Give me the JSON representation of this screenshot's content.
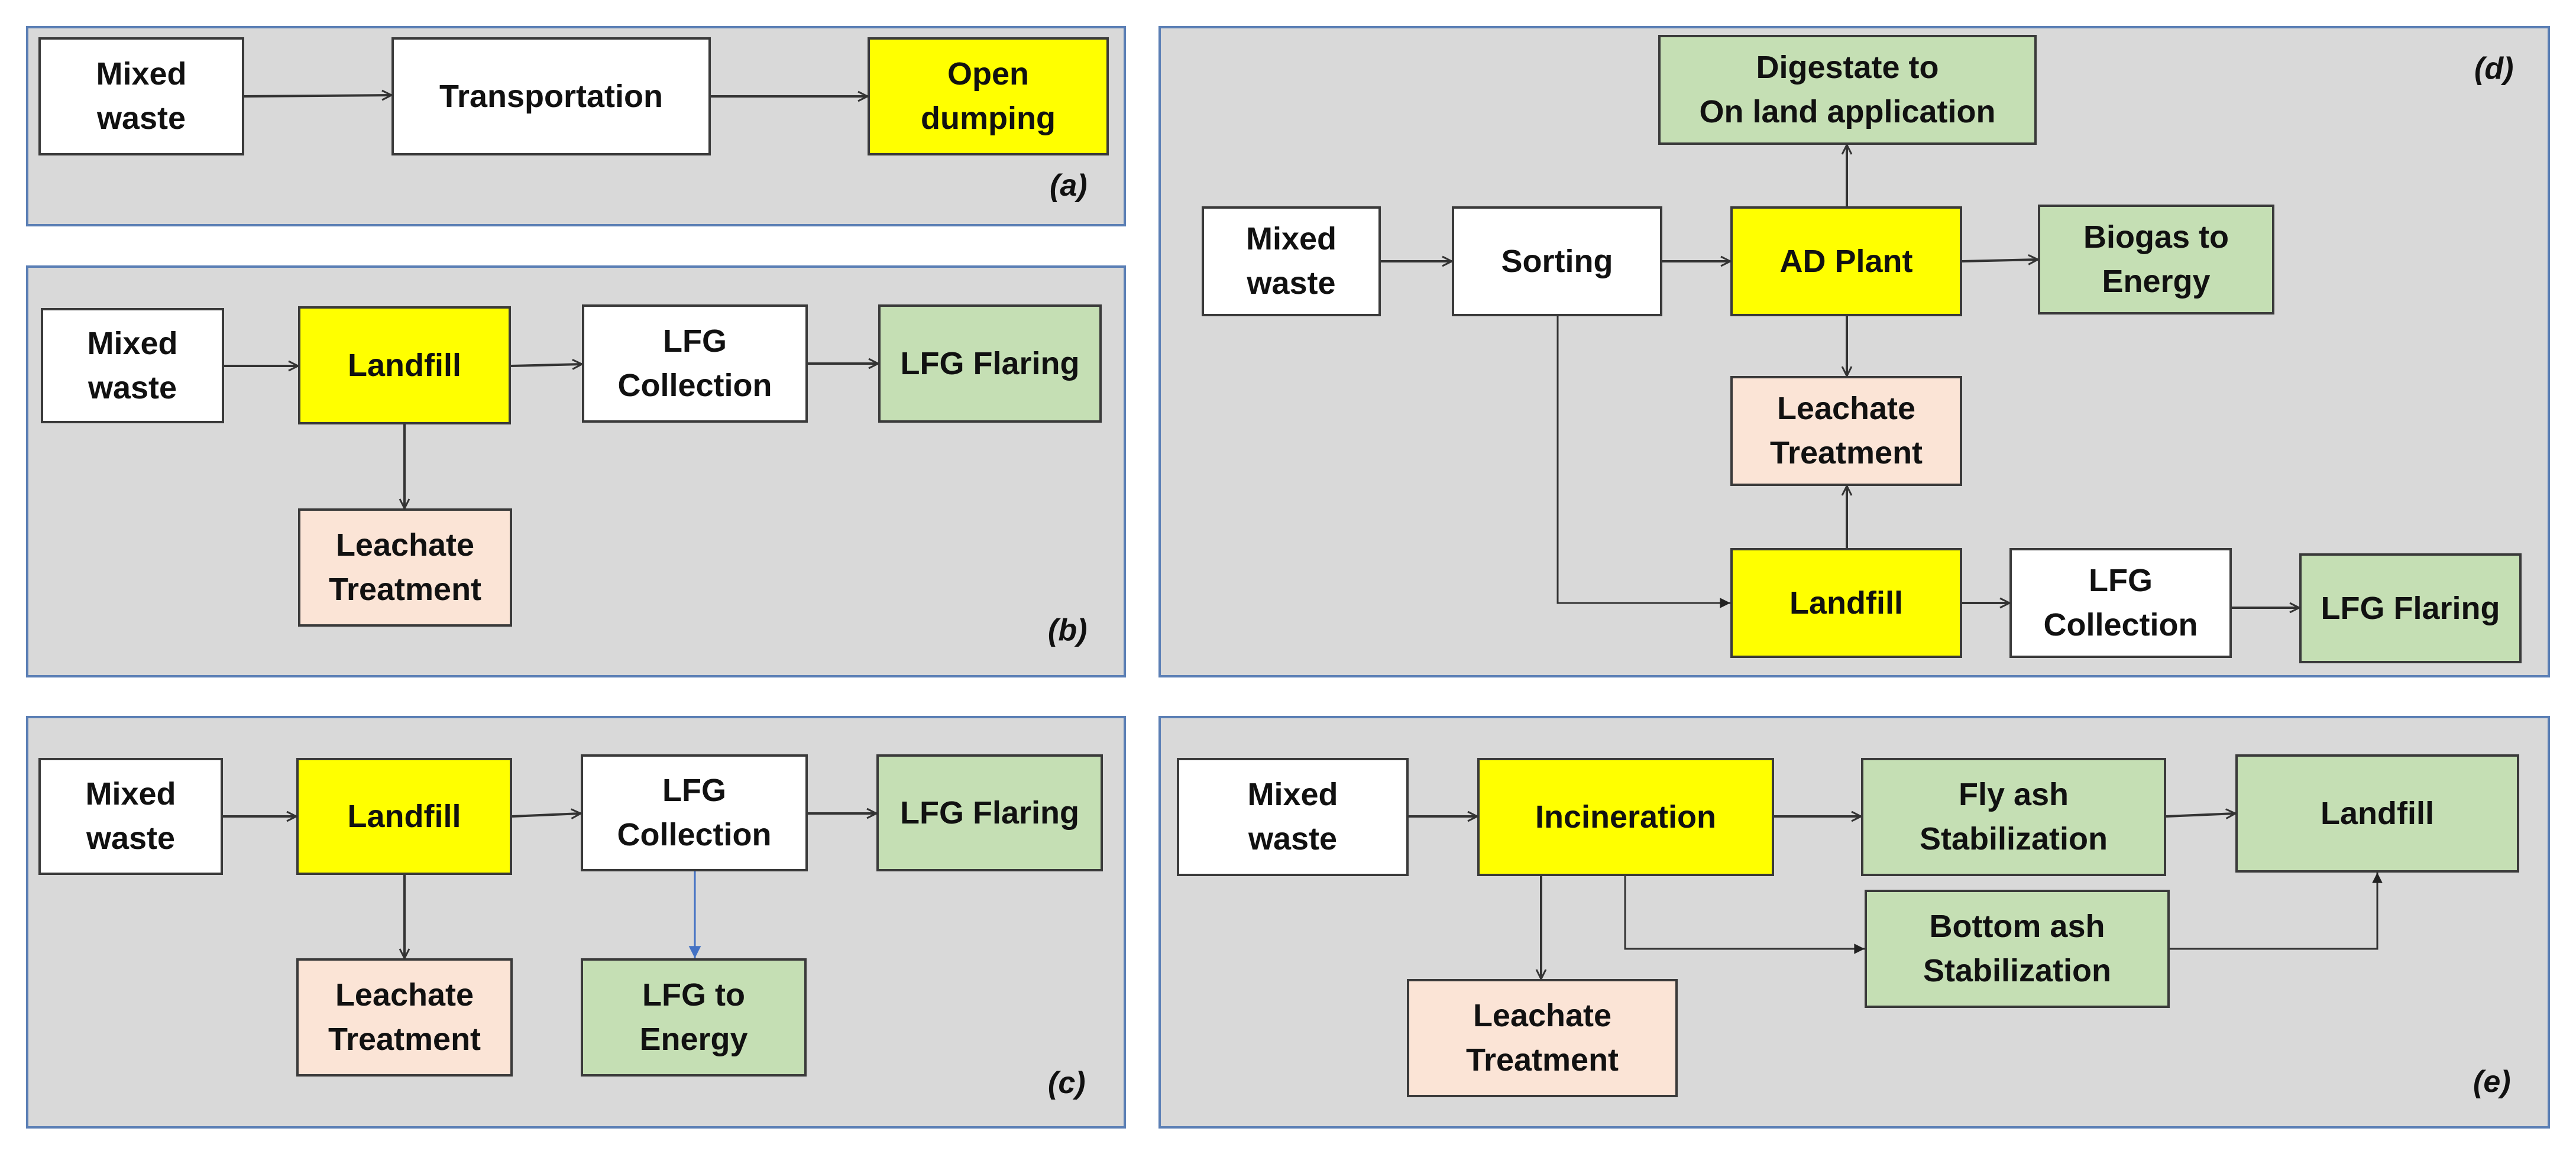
{
  "colors": {
    "panel_bg": "#d9d9d9",
    "panel_border": "#5b7fb5",
    "white": "#ffffff",
    "yellow": "#ffff00",
    "green": "#c5dfb4",
    "peach": "#fbe4d6",
    "arrow": "#333333",
    "arrow_blue": "#4472c4"
  },
  "panels": {
    "a": {
      "label": "(a)",
      "mixed_waste": "Mixed\nwaste",
      "transportation": "Transportation",
      "open_dumping": "Open\ndumping"
    },
    "b": {
      "label": "(b)",
      "mixed_waste": "Mixed\nwaste",
      "landfill": "Landfill",
      "lfg_collection": "LFG\nCollection",
      "lfg_flaring": "LFG Flaring",
      "leachate_treatment": "Leachate\nTreatment"
    },
    "c": {
      "label": "(c)",
      "mixed_waste": "Mixed\nwaste",
      "landfill": "Landfill",
      "lfg_collection": "LFG\nCollection",
      "lfg_flaring": "LFG Flaring",
      "leachate_treatment": "Leachate\nTreatment",
      "lfg_to_energy": "LFG to\nEnergy"
    },
    "d": {
      "label": "(d)",
      "digestate": "Digestate to\nOn land application",
      "mixed_waste": "Mixed\nwaste",
      "sorting": "Sorting",
      "ad_plant": "AD Plant",
      "biogas": "Biogas to\nEnergy",
      "leachate_treatment": "Leachate\nTreatment",
      "landfill": "Landfill",
      "lfg_collection": "LFG\nCollection",
      "lfg_flaring": "LFG Flaring"
    },
    "e": {
      "label": "(e)",
      "mixed_waste": "Mixed\nwaste",
      "incineration": "Incineration",
      "fly_ash": "Fly ash\nStabilization",
      "landfill": "Landfill",
      "bottom_ash": "Bottom ash\nStabilization",
      "leachate_treatment": "Leachate\nTreatment"
    }
  }
}
